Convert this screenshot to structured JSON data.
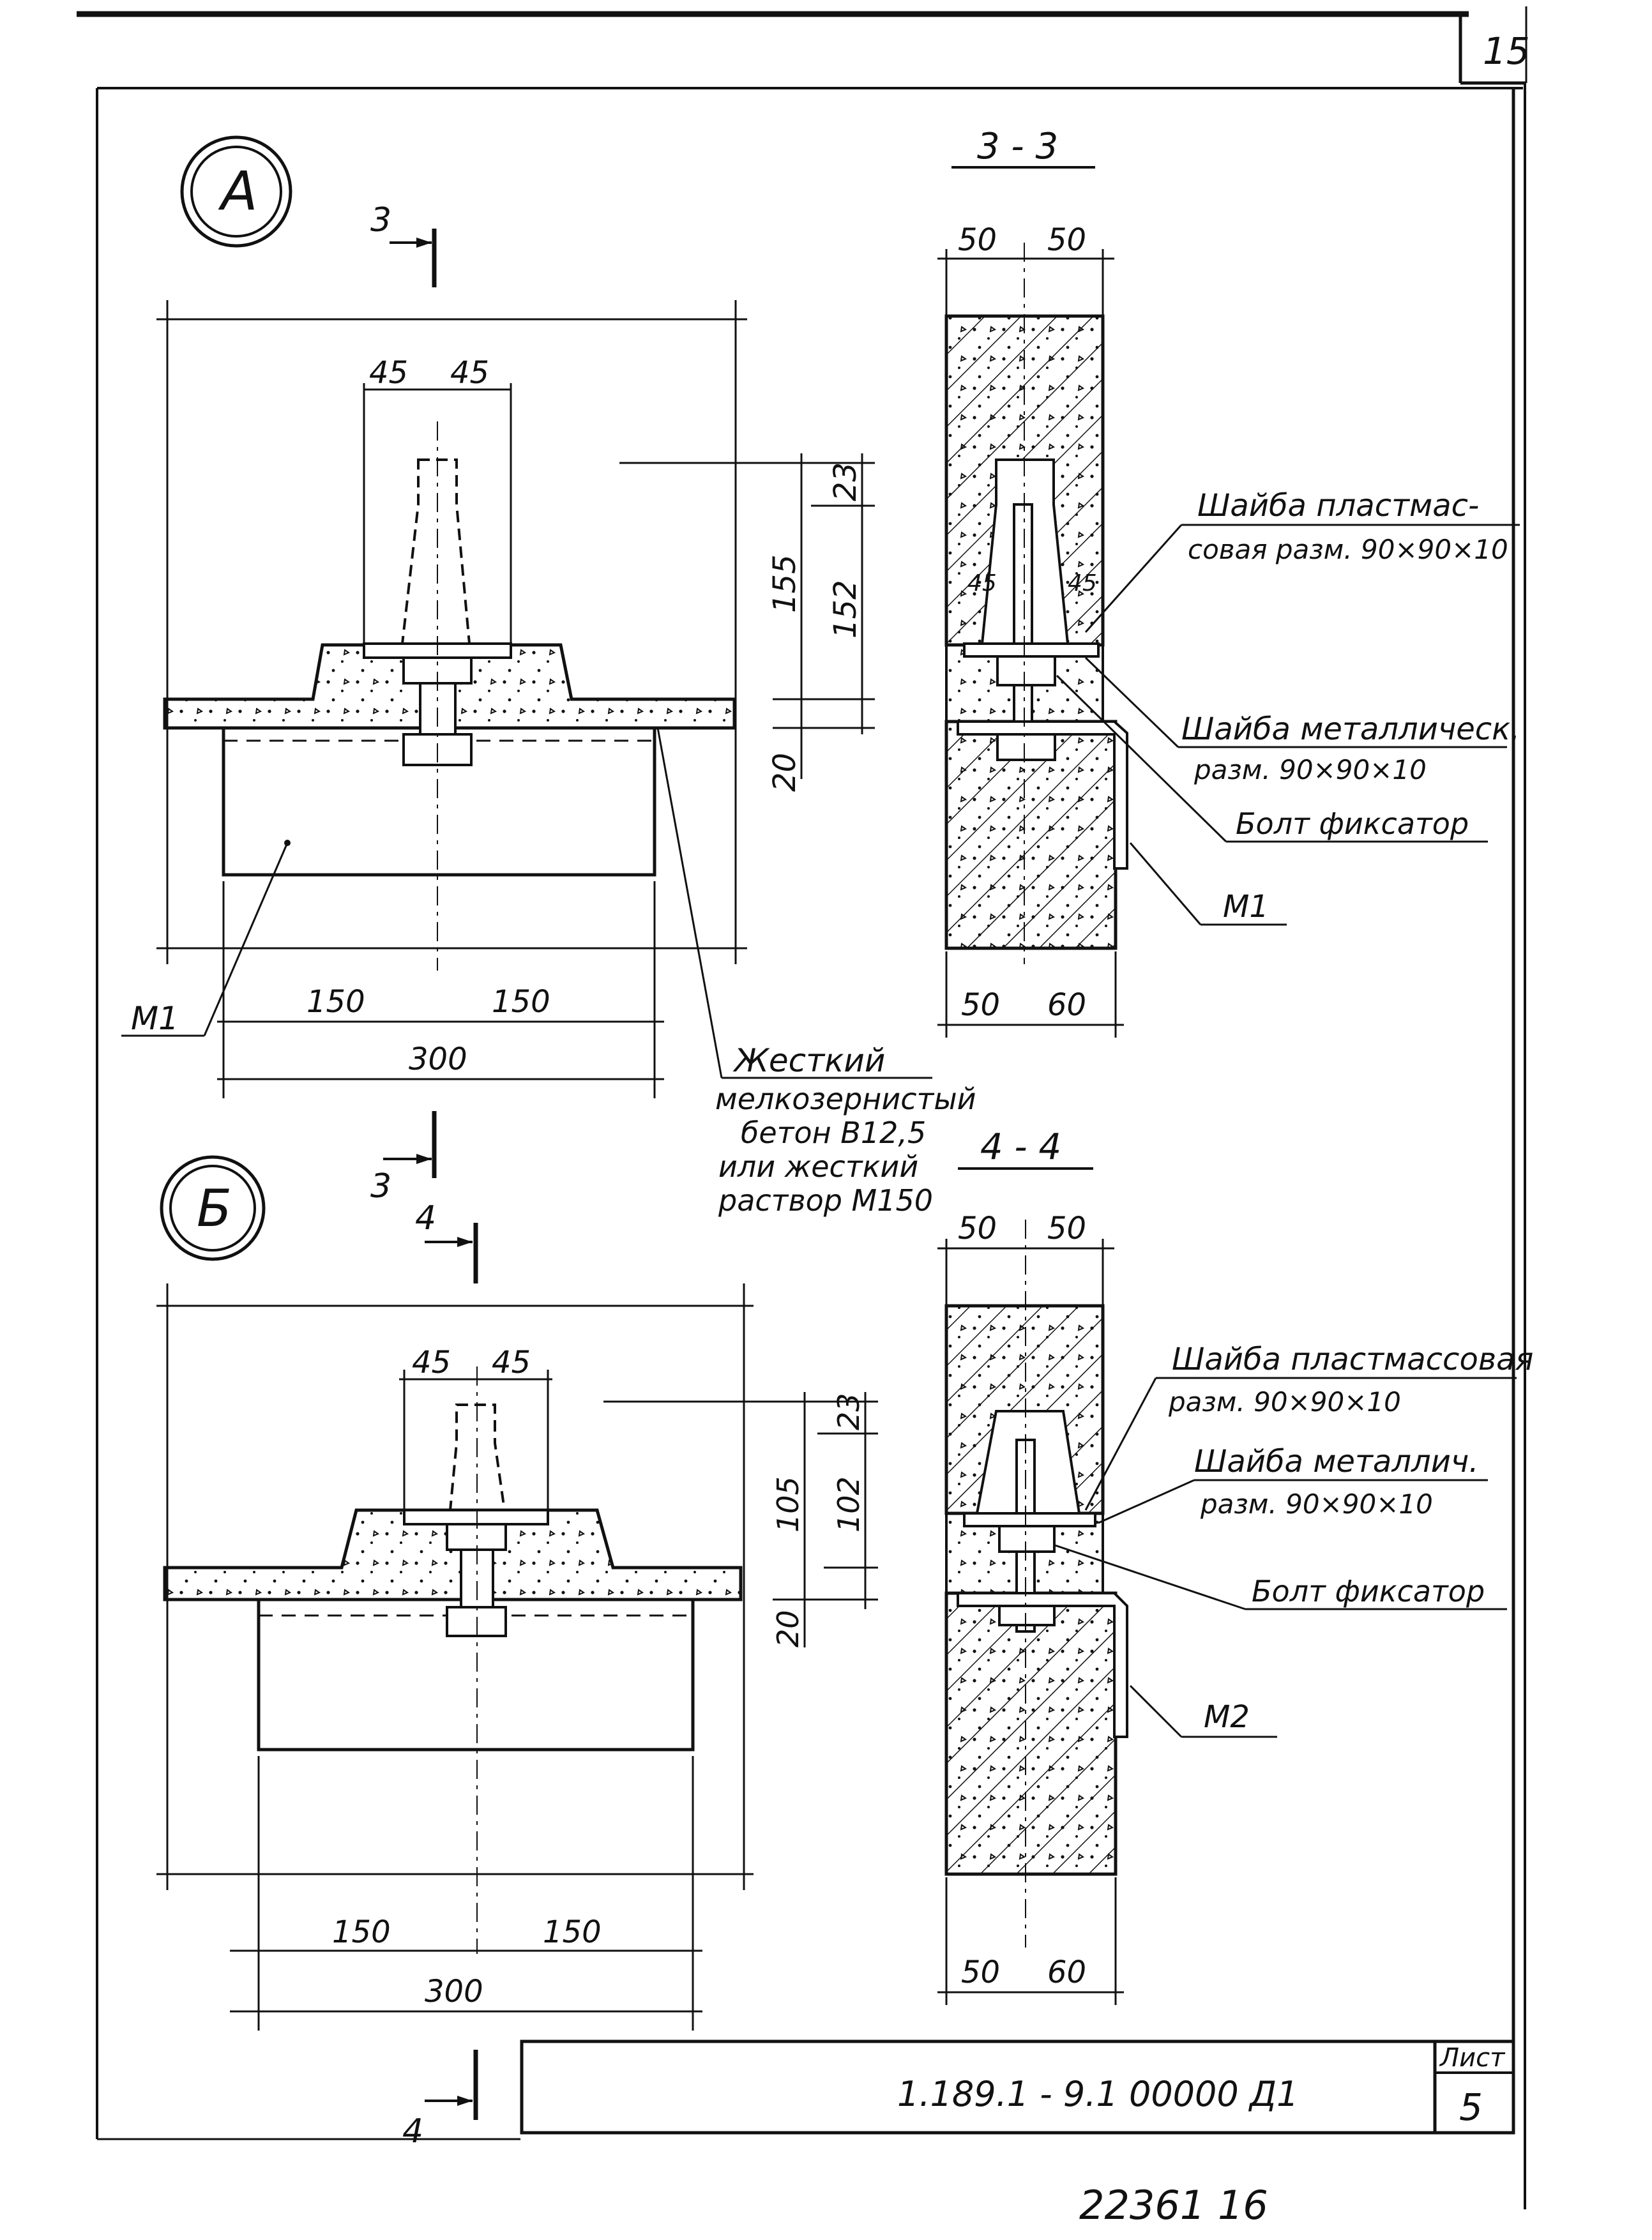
{
  "sheet": {
    "page_number": "15",
    "sheet_label": "Лист",
    "sheet_number": "5",
    "document_code": "1.189.1 - 9.1 00000 Д1",
    "archive_number": "22361 16"
  },
  "detail_a": {
    "marker": "А",
    "cut_label": "3",
    "dims_top": [
      "45",
      "45"
    ],
    "dims_right": [
      "23",
      "152",
      "155",
      "20"
    ],
    "dims_bottom": [
      "150",
      "150",
      "300"
    ],
    "part_label": "М1",
    "filler_note": [
      "Жесткий",
      "мелкозернистый",
      "бетон В12,5",
      "или жесткий",
      "раствор М150"
    ]
  },
  "section_3": {
    "title": "3 - 3",
    "dims_top": [
      "50",
      "50"
    ],
    "dims_inner": [
      "45",
      "45"
    ],
    "dims_bottom": [
      "50",
      "60"
    ],
    "callouts": {
      "plastic_washer": [
        "Шайба пластмас-",
        "совая разм. 90×90×10"
      ],
      "metal_washer": [
        "Шайба металлическ.",
        "разм. 90×90×10"
      ],
      "bolt": "Болт фиксатор",
      "part": "М1"
    }
  },
  "detail_b": {
    "marker": "Б",
    "cut_label": "4",
    "dims_top": [
      "45",
      "45"
    ],
    "dims_right": [
      "23",
      "102",
      "105",
      "20"
    ],
    "dims_bottom": [
      "150",
      "150",
      "300"
    ]
  },
  "section_4": {
    "title": "4 - 4",
    "dims_top": [
      "50",
      "50"
    ],
    "dims_bottom": [
      "50",
      "60"
    ],
    "callouts": {
      "plastic_washer": [
        "Шайба пластмассовая",
        "разм. 90×90×10"
      ],
      "metal_washer": [
        "Шайба металлич.",
        "разм. 90×90×10"
      ],
      "bolt": "Болт фиксатор",
      "part": "М2"
    }
  }
}
